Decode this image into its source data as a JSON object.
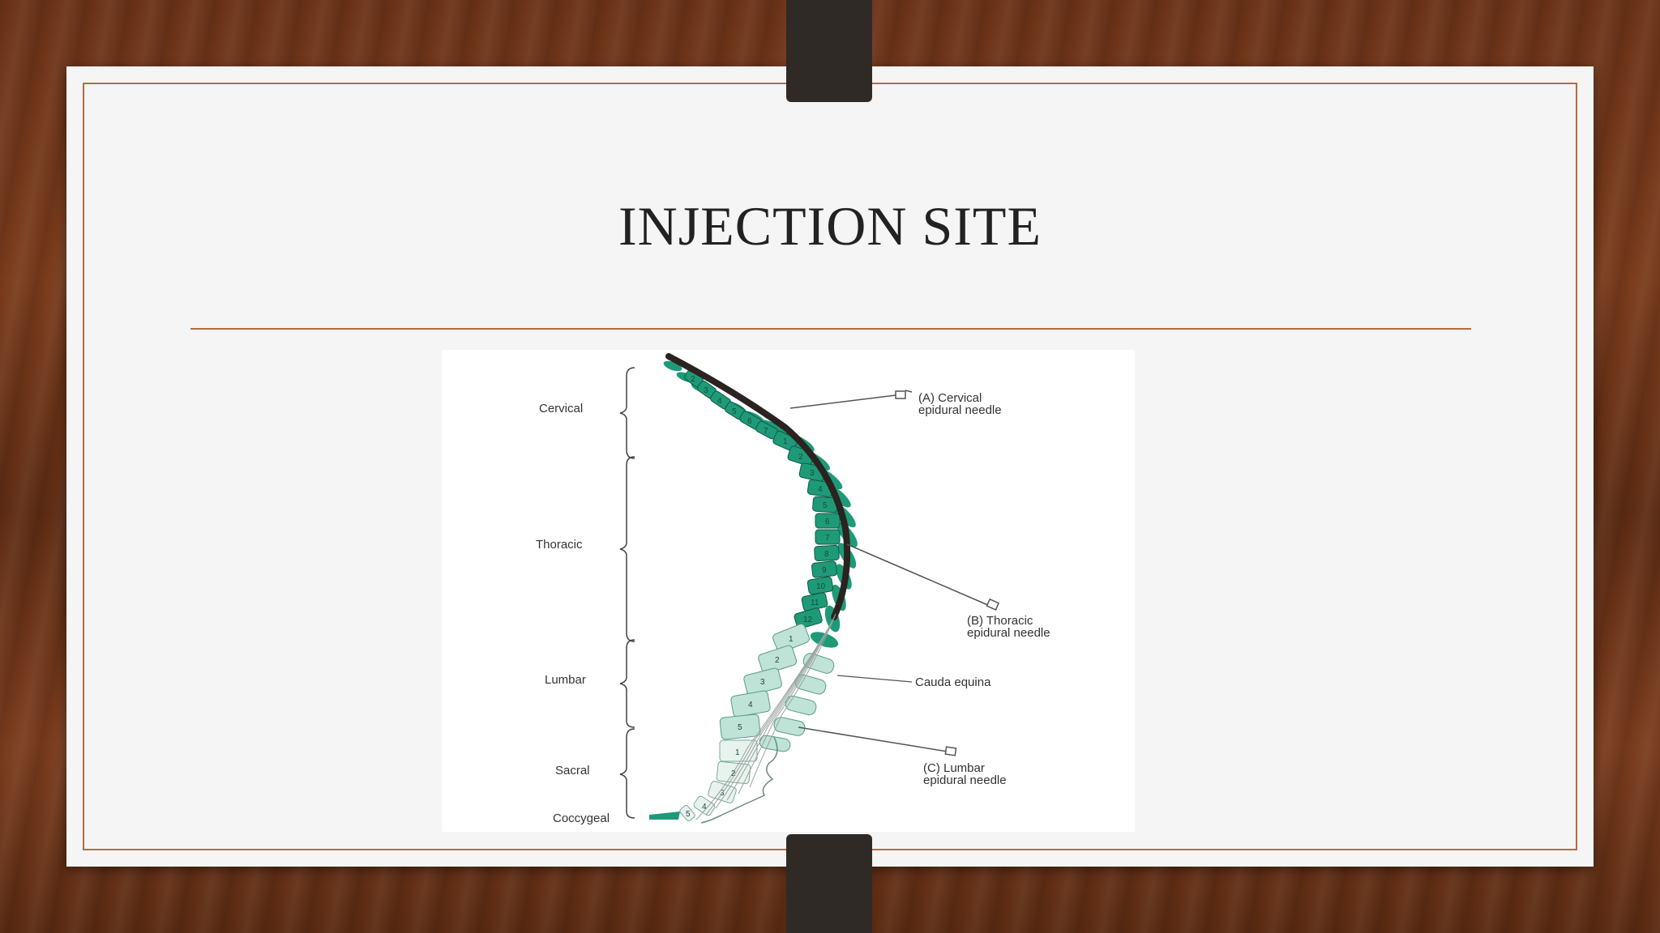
{
  "slide": {
    "title": "INJECTION SITE"
  },
  "diagram": {
    "regions": {
      "cervical": "Cervical",
      "thoracic": "Thoracic",
      "lumbar": "Lumbar",
      "sacral": "Sacral",
      "coccygeal": "Coccygeal"
    },
    "annotations": {
      "needle_a_line1": "(A) Cervical",
      "needle_a_line2": "epidural needle",
      "needle_b_line1": "(B) Thoracic",
      "needle_b_line2": "epidural needle",
      "cauda_equina": "Cauda equina",
      "needle_c_line1": "(C) Lumbar",
      "needle_c_line2": "epidural needle"
    },
    "vertebra_numbers": {
      "cervical": [
        "2",
        "3",
        "4",
        "5",
        "6",
        "7"
      ],
      "thoracic": [
        "1",
        "2",
        "3",
        "4",
        "5",
        "6",
        "7",
        "8",
        "9",
        "10",
        "11",
        "12"
      ],
      "lumbar": [
        "1",
        "2",
        "3",
        "4",
        "5"
      ],
      "sacral": [
        "1",
        "2",
        "3",
        "4",
        "5"
      ]
    },
    "colors": {
      "cervical_thoracic": "#1e9a78",
      "lumbar": "#bfe3d6",
      "sacral": "#e8f3ee",
      "cord": "#2b2320",
      "accent_border": "#b86a3e"
    }
  }
}
